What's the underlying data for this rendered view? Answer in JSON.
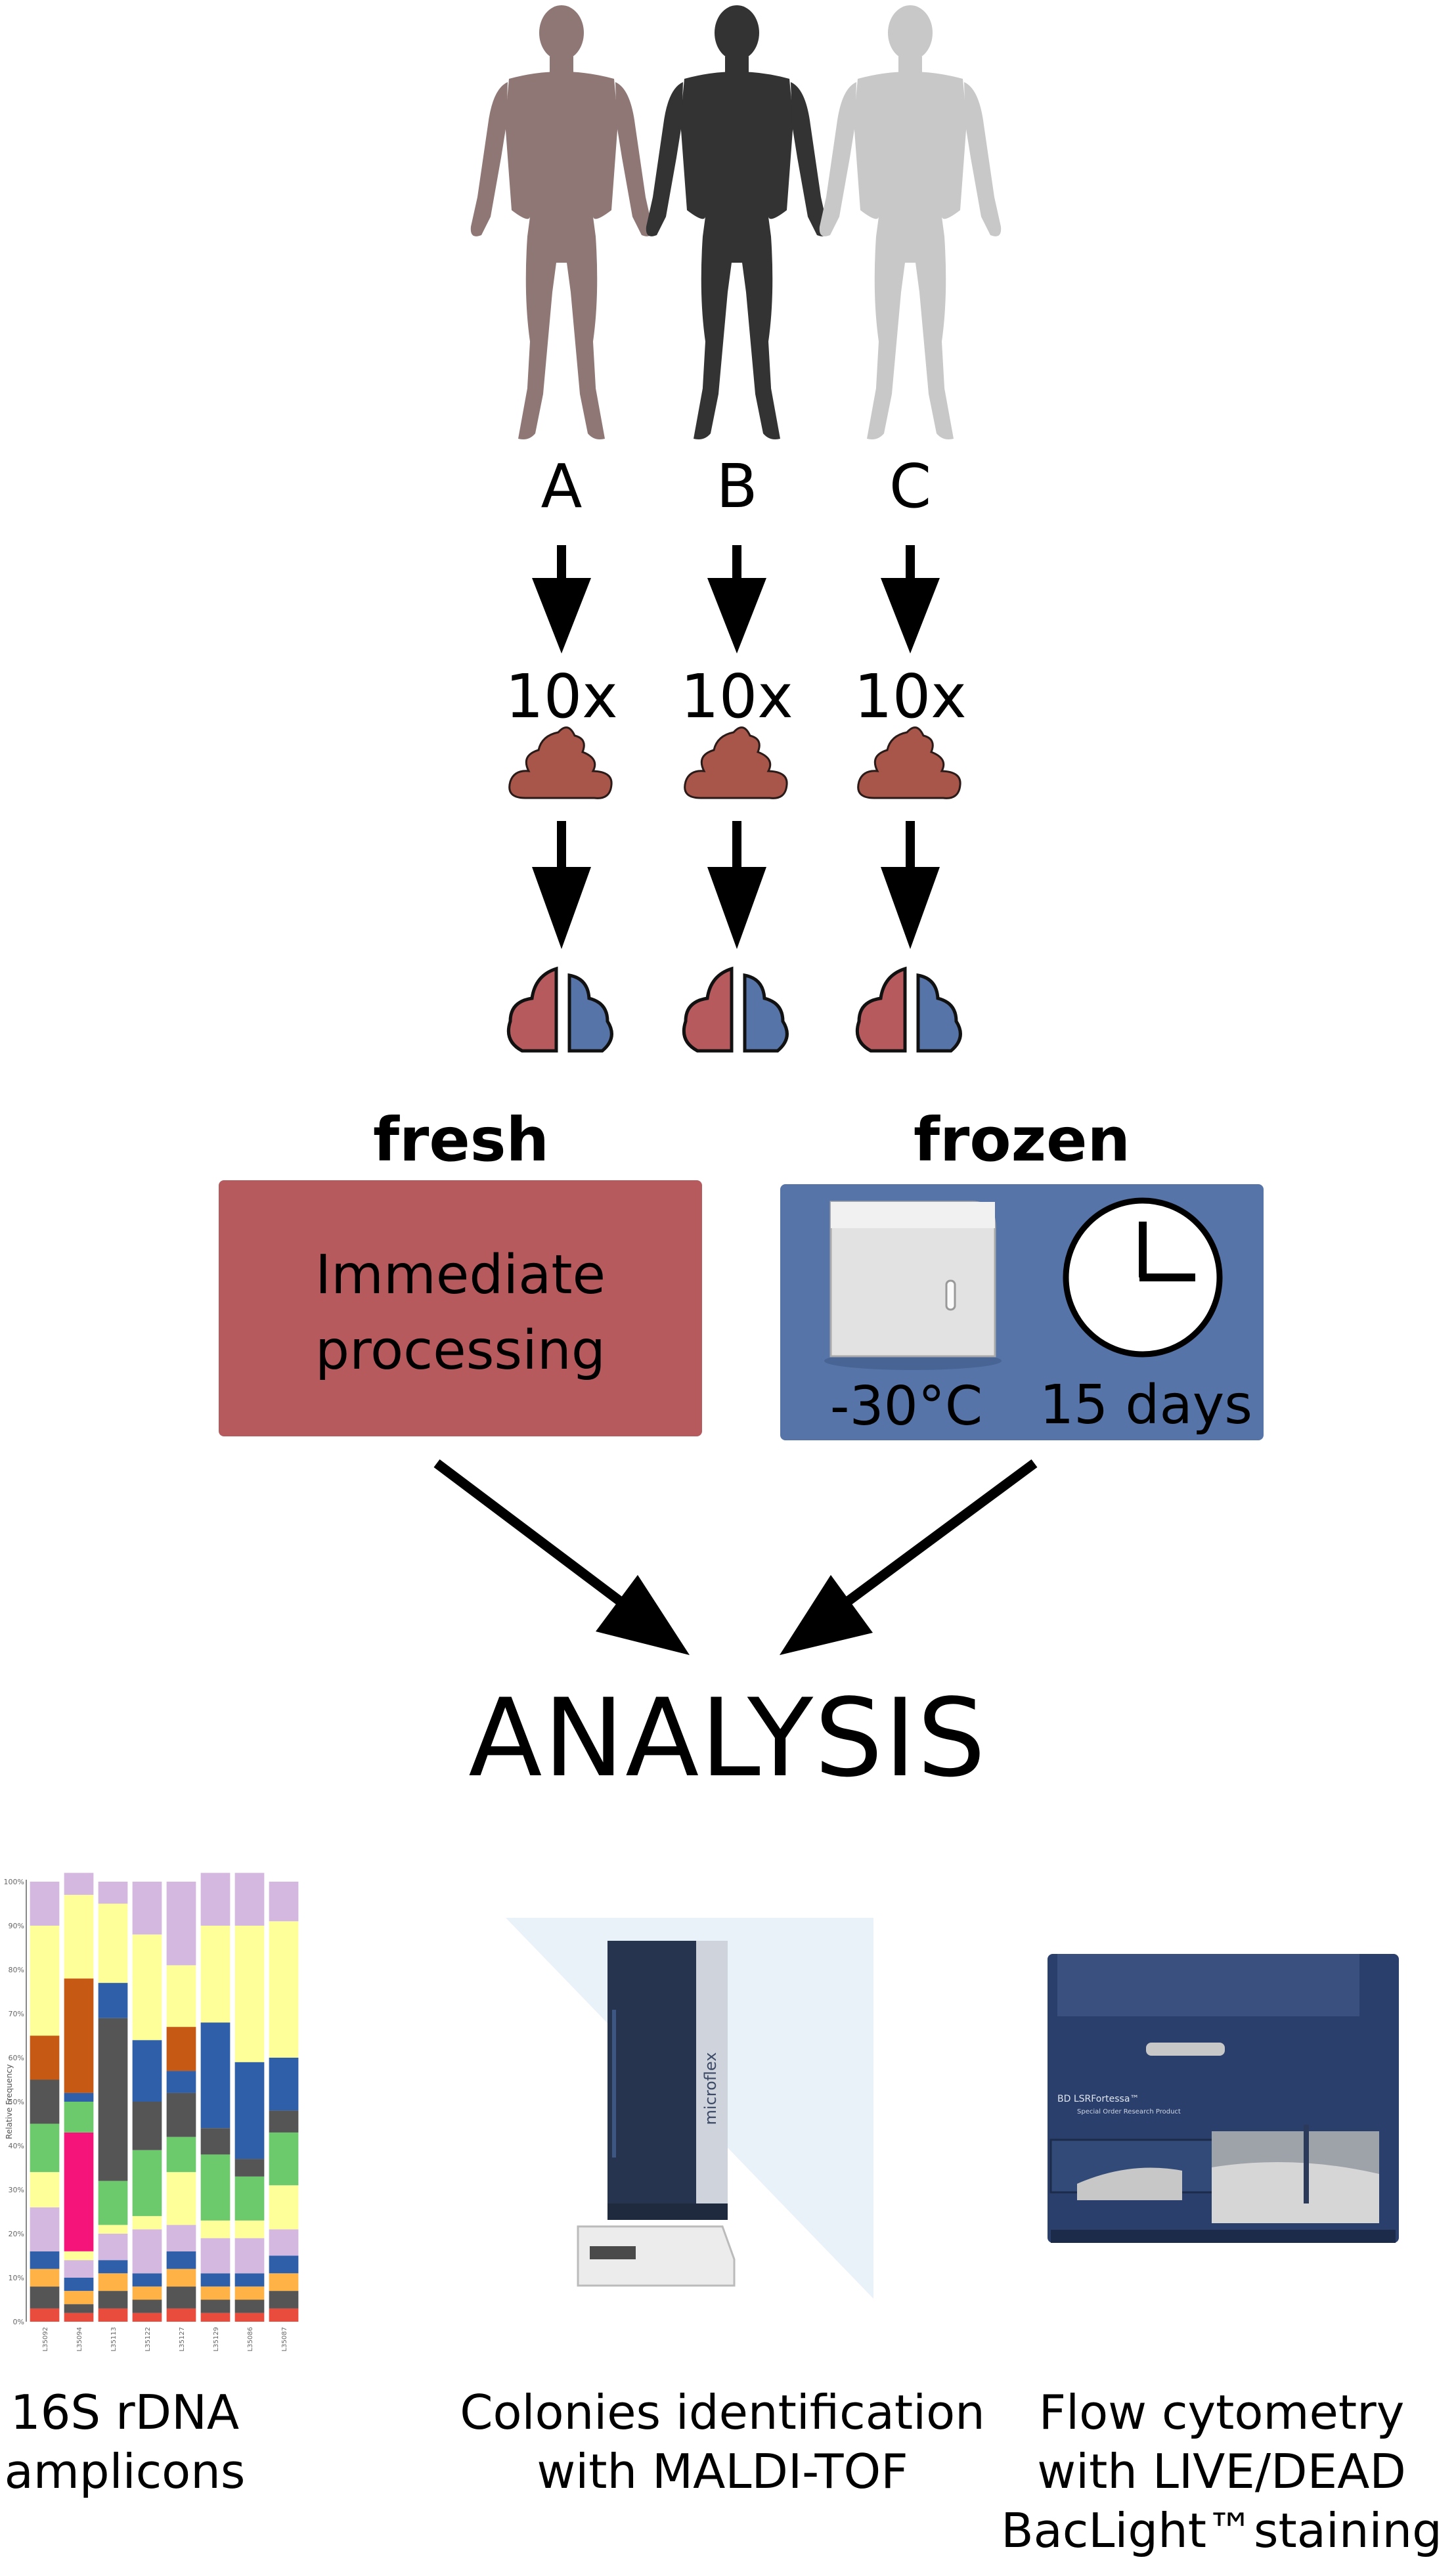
{
  "subjects": [
    {
      "label": "A",
      "color": "#8f7775"
    },
    {
      "label": "B",
      "color": "#333333"
    },
    {
      "label": "C",
      "color": "#c8c8c8"
    }
  ],
  "replicates": [
    "10x",
    "10x",
    "10x"
  ],
  "conditions": {
    "fresh": {
      "title": "fresh",
      "text_line1": "Immediate",
      "text_line2": "processing",
      "color": "#b65a5e"
    },
    "frozen": {
      "title": "frozen",
      "temperature": "-30°C",
      "duration": "15 days",
      "color": "#5674a8"
    }
  },
  "analysis_title": "ANALYSIS",
  "methods": [
    {
      "line1": "16S rDNA",
      "line2": "amplicons",
      "line3": ""
    },
    {
      "line1": "Colonies identification",
      "line2": "with MALDI-TOF",
      "line3": ""
    },
    {
      "line1": "Flow cytometry",
      "line2": "with LIVE/DEAD",
      "line3": "BacLight™staining"
    }
  ],
  "instrument_labels": {
    "maldi_brand": "microflex",
    "cytometer_brand": "BD LSRFortessa™",
    "cytometer_sub": "Special Order Research Product"
  },
  "chart_data": {
    "type": "bar",
    "stacked": true,
    "ylabel": "Relative Frequency",
    "yticks": [
      "0%",
      "10%",
      "20%",
      "30%",
      "40%",
      "50%",
      "60%",
      "70%",
      "80%",
      "90%",
      "100%"
    ],
    "ylim": [
      0,
      100
    ],
    "categories": [
      "L35092",
      "L35094",
      "L35113",
      "L35122",
      "L35127",
      "L35129",
      "L35086",
      "L35087"
    ],
    "series": [
      {
        "color": "#e94b3c",
        "values": [
          3,
          2,
          3,
          2,
          3,
          2,
          2,
          3
        ]
      },
      {
        "color": "#555555",
        "values": [
          5,
          2,
          4,
          3,
          5,
          3,
          3,
          4
        ]
      },
      {
        "color": "#ffb347",
        "values": [
          4,
          3,
          4,
          3,
          4,
          3,
          3,
          4
        ]
      },
      {
        "color": "#2e5fa8",
        "values": [
          4,
          3,
          3,
          3,
          4,
          3,
          3,
          4
        ]
      },
      {
        "color": "#d4b8e0",
        "values": [
          10,
          4,
          6,
          10,
          6,
          8,
          8,
          6
        ]
      },
      {
        "color": "#ffff99",
        "values": [
          8,
          2,
          2,
          3,
          12,
          4,
          4,
          10
        ]
      },
      {
        "color": "#f5147a",
        "values": [
          0,
          27,
          0,
          0,
          0,
          0,
          0,
          0
        ]
      },
      {
        "color": "#6cc96c",
        "values": [
          11,
          7,
          10,
          15,
          8,
          15,
          10,
          12
        ]
      },
      {
        "color": "#555555",
        "values": [
          10,
          0,
          37,
          11,
          10,
          6,
          4,
          5
        ]
      },
      {
        "color": "#2e5fa8",
        "values": [
          0,
          2,
          8,
          14,
          5,
          24,
          22,
          12
        ]
      },
      {
        "color": "#c65a14",
        "values": [
          10,
          26,
          0,
          0,
          10,
          0,
          0,
          0
        ]
      },
      {
        "color": "#ffff99",
        "values": [
          25,
          19,
          18,
          24,
          14,
          22,
          31,
          31
        ]
      },
      {
        "color": "#d4b8e0",
        "values": [
          10,
          5,
          5,
          12,
          19,
          12,
          12,
          9
        ]
      }
    ]
  }
}
